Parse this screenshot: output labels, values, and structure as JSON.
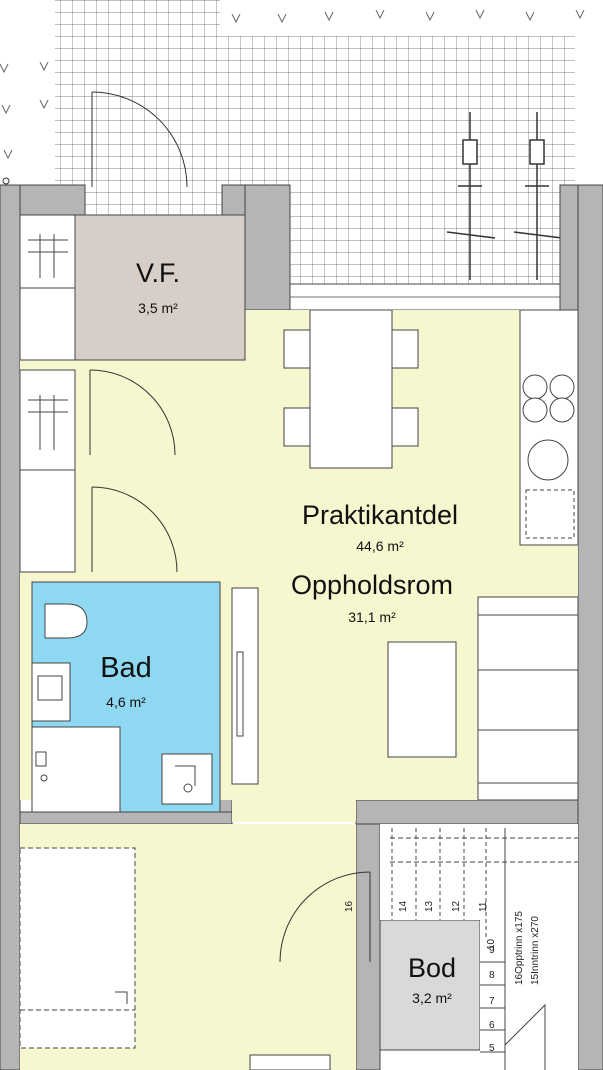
{
  "rooms": [
    {
      "id": "vf",
      "name": "V.F.",
      "area": "3,5 m²"
    },
    {
      "id": "praktikantdel",
      "name": "Praktikantdel",
      "area": "44,6 m²"
    },
    {
      "id": "oppholdsrom",
      "name": "Oppholdsrom",
      "area": "31,1 m²"
    },
    {
      "id": "bad",
      "name": "Bad",
      "area": "4,6 m²"
    },
    {
      "id": "bod",
      "name": "Bod",
      "area": "3,2 m²"
    }
  ],
  "stair": {
    "rise_note": "16Opptrinn x175",
    "run_note": "15Inntrinn x270",
    "tread_numbers": [
      "5",
      "6",
      "7",
      "8",
      "9",
      "10",
      "11",
      "12",
      "13",
      "14",
      "16"
    ]
  },
  "colors": {
    "wall": "#b5b5b5",
    "living": "#f6f6cf",
    "bath": "#8fd8f2",
    "vf": "#d7cfc7",
    "bod": "#d9d9d9",
    "line": "#333333"
  }
}
